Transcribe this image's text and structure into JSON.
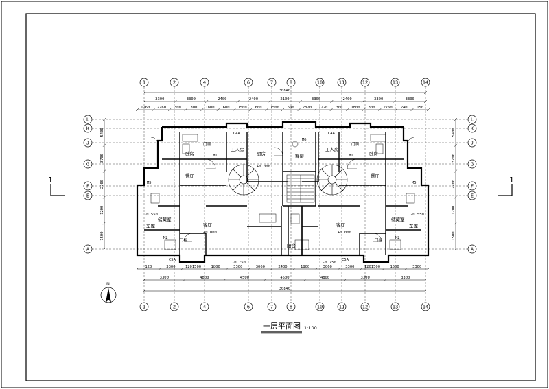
{
  "drawing": {
    "title": "一层平面图",
    "scale": "1:100",
    "section_mark": "1",
    "north_label": "N"
  },
  "grid": {
    "columns": [
      "1",
      "2",
      "4",
      "6",
      "7",
      "8",
      "10",
      "11",
      "12",
      "13",
      "14"
    ],
    "rows_left": [
      "L",
      "K",
      "J",
      "G",
      "F",
      "E",
      "A"
    ],
    "rows_right": [
      "L",
      "K",
      "J",
      "G",
      "F",
      "E",
      "A"
    ]
  },
  "dimensions": {
    "top_overall": "30840",
    "top_segments": [
      "3300",
      "3300",
      "2400",
      "2400",
      "2100",
      "3300",
      "2400",
      "3300",
      "3300"
    ],
    "top_detail": [
      "1260",
      "2760",
      "300",
      "300",
      "1800",
      "600",
      "1500",
      "600",
      "1500",
      "600",
      "2820",
      "1220",
      "300",
      "1800",
      "300",
      "2760",
      "240",
      "150"
    ],
    "bottom_overall": "30840",
    "bottom_segments": [
      "3300",
      "4800",
      "4500",
      "4500",
      "4800",
      "3300",
      "3300"
    ],
    "bottom_detail": [
      "120",
      "3300",
      "1201500",
      "1800",
      "3300",
      "3060",
      "2400",
      "1800",
      "3060",
      "3300",
      "1201500",
      "1500",
      "3300"
    ],
    "left_vertical": [
      "5400",
      "3700",
      "2700",
      "1200",
      "1500"
    ],
    "right_vertical": [
      "5400",
      "3700",
      "2700",
      "1200",
      "1500"
    ]
  },
  "rooms": {
    "living_left": "客厅",
    "living_right": "客厅",
    "dining_left": "餐厅",
    "dining_right": "餐厅",
    "kitchen_left": "厨房",
    "guest_room": "客房",
    "worker_left": "工人房",
    "worker_right": "工人房",
    "bedroom_left": "卧房",
    "bedroom_right": "卧房",
    "garage_left": "车库",
    "garage_right": "车库",
    "storage_left": "储藏室",
    "storage_right": "储藏室",
    "terrace": "阳台",
    "level_left": "±0.000",
    "level_right": "±0.000",
    "level_center": "±0.000",
    "level_garage": "-0.550",
    "level_garage_r": "-0.550",
    "level_bottom": "-0.750",
    "level_bottom_r": "-0.750"
  },
  "tags": {
    "door_m1": "M1",
    "door_m2": "M2",
    "door_m5": "M5",
    "door_m6": "M6",
    "window_c4a": "C4A",
    "window_c5a": "C5A",
    "gate": "门洞",
    "door_mb": "门槛"
  }
}
